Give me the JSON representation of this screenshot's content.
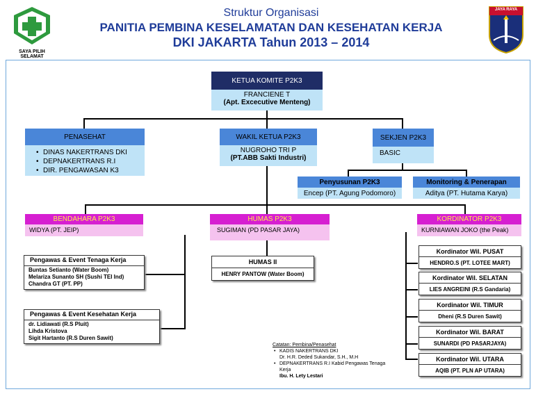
{
  "header": {
    "line1": "Struktur Organisasi",
    "line2": "PANITIA PEMBINA KESELAMATAN DAN KESEHATAN KERJA",
    "line3": "DKI JAKARTA Tahun 2013 – 2014",
    "logo_left_text": "SAYA PILIH SELAMAT",
    "logo_right_text": "JAYA RAYA"
  },
  "colors": {
    "title": "#1f3c99",
    "dark": "#1f2d66",
    "blue": "#4a86d8",
    "light_blue": "#bfe3f7",
    "magenta": "#d61fd1",
    "pink": "#f5c2ef"
  },
  "ketua": {
    "title": "KETUA KOMITE P2K3",
    "name": "FRANCIENE T",
    "org": "(Apt. Excecutive Menteng)"
  },
  "penasehat": {
    "title": "PENASEHAT",
    "items": [
      "DINAS NAKERTRANS DKI",
      "DEPNAKERTRANS R.I",
      "DIR. PENGAWASAN K3"
    ]
  },
  "wakil": {
    "title": "WAKIL KETUA P2K3",
    "name": "NUGROHO TRI P",
    "org": "(PT.ABB Sakti Industri)"
  },
  "sekjen": {
    "title": "SEKJEN P2K3",
    "name": "BASIC"
  },
  "penyusunan": {
    "title": "Penyusunan P2K3",
    "name": "Encep (PT. Agung Podomoro)"
  },
  "monitoring": {
    "title": "Monitoring & Penerapan",
    "name": "Aditya (PT. Hutama Karya)"
  },
  "bendahara": {
    "title": "BENDAHARA P2K3",
    "name": "WIDYA  (PT. JEIP)"
  },
  "humas": {
    "title": "HUMAS P2K3",
    "name": "SUGIMAN   (PD PASAR JAYA)"
  },
  "kordinator": {
    "title": "KORDINATOR P2K3",
    "name": "KURNIAWAN  JOKO  (the Peak)"
  },
  "pengawas_tenaga": {
    "title": "Pengawas & Event Tenaga Kerja",
    "lines": [
      "Buntas Setianto (Water Boom)",
      "Melariza Sunanto SH (Sushi TEI Ind)",
      "Chandra GT  (PT. PP)"
    ]
  },
  "pengawas_kesehatan": {
    "title": "Pengawas & Event Kesehatan Kerja",
    "lines": [
      "dr. Lidiawati (R.S Pluit)",
      "Lihda Kristova",
      "Sigit Hartanto (R.S Duren Sawit)"
    ]
  },
  "humas2": {
    "title": "HUMAS II",
    "name": "HENRY  PANTOW (Water Boom)"
  },
  "wilayah": [
    {
      "title": "Kordinator Wil. PUSAT",
      "name": "HENDRO.S  (PT. LOTEE  MART)"
    },
    {
      "title": "Kordinator Wil. SELATAN",
      "name": "LIES ANGREINI  (R.S Gandaria)"
    },
    {
      "title": "Kordinator Wil. TIMUR",
      "name": "Dheni (R.S Duren Sawit)"
    },
    {
      "title": "Kordinator Wil. BARAT",
      "name": "SUNARDI  (PD PASARJAYA)"
    },
    {
      "title": "Kordinator Wil. UTARA",
      "name": "AQIB  (PT. PLN AP UTARA)"
    }
  ],
  "catatan": {
    "title": "Catatan: Pembina/Penasehat",
    "item1": "KADIS NAKERTRANS DKI",
    "item1_sub": "Dr. H.R. Deded Sukandar, S.H., M.H",
    "item2": "DEPNAKERTRANS R.I Kabid Pengawas Tenaga Kerja",
    "item2_sub": "Ibu. H. Lety Lestari"
  }
}
